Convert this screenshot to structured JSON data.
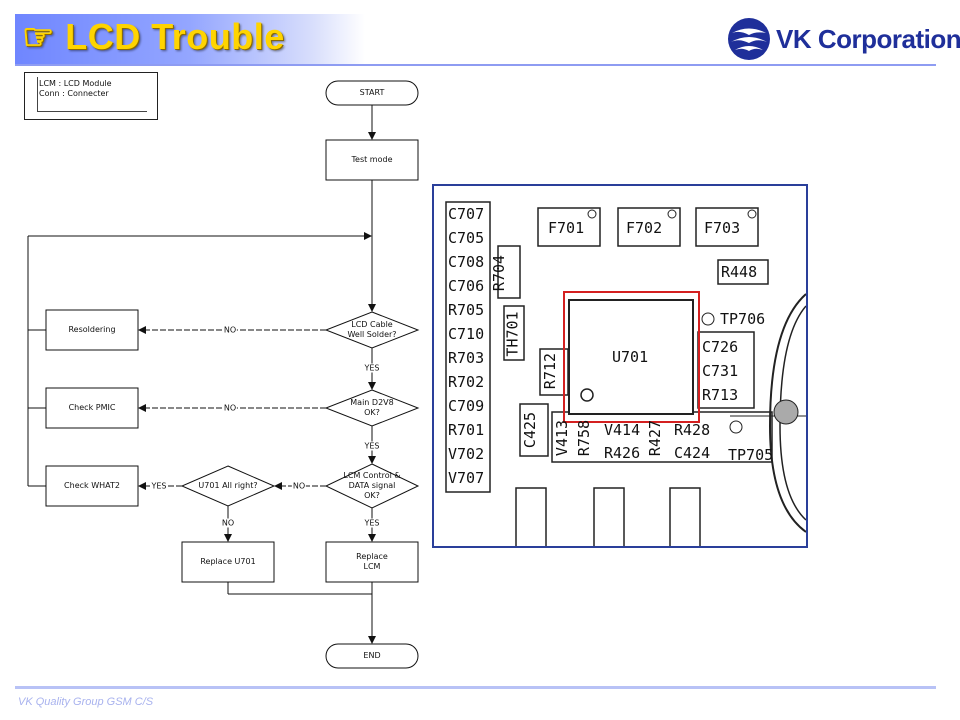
{
  "header": {
    "title": "☞ LCD Trouble",
    "logo_text": "VK Corporation",
    "colors": {
      "title": "#ffd400",
      "bar": "#7a8fff",
      "logo": "#1f2f9a",
      "accent_red": "#d42020"
    }
  },
  "legend": {
    "line1": "LCM : LCD Module",
    "line2": "Conn : Connecter"
  },
  "flowchart": {
    "nodes": {
      "start": "START",
      "test_mode": "Test mode",
      "cable_q": "LCD Cable\nWell Solder?",
      "resoldering": "Resoldering",
      "d2v8_q": "Main D2V8\nOK?",
      "check_pmic": "Check PMIC",
      "control_q": "LCM Control &\nDATA signal\nOK?",
      "u701_q": "U701  All right?",
      "check_what2": "Check WHAT2",
      "replace_u701": "Replace U701",
      "replace_lcm": "Replace\nLCM",
      "end": "END"
    },
    "edge_labels": {
      "no_cable": "NO",
      "yes_cable": "YES",
      "no_d2v8": "NO",
      "yes_d2v8": "YES",
      "no_control": "NO",
      "yes_control": "YES",
      "yes_u701": "YES",
      "no_u701": "NO"
    }
  },
  "pcb": {
    "left_column": [
      "C707",
      "C705",
      "C708",
      "C706",
      "R705",
      "C710",
      "R703",
      "R702",
      "C709",
      "R701",
      "V702",
      "V707"
    ],
    "r704": "R704",
    "th701": "TH701",
    "r712": "R712",
    "c425": "C425",
    "fuses": [
      "F701",
      "F702",
      "F703"
    ],
    "r448": "R448",
    "tp706": "TP706",
    "u701": "U701",
    "right_parts": [
      "C726",
      "C731",
      "R713"
    ],
    "bottom_row1": [
      "V414",
      "R428"
    ],
    "bottom_row2": [
      "R426",
      "C424"
    ],
    "v413": "V413",
    "r758": "R758",
    "r427": "R427",
    "tp705": "TP705"
  },
  "footer": {
    "text": "VK Quality Group GSM C/S"
  }
}
